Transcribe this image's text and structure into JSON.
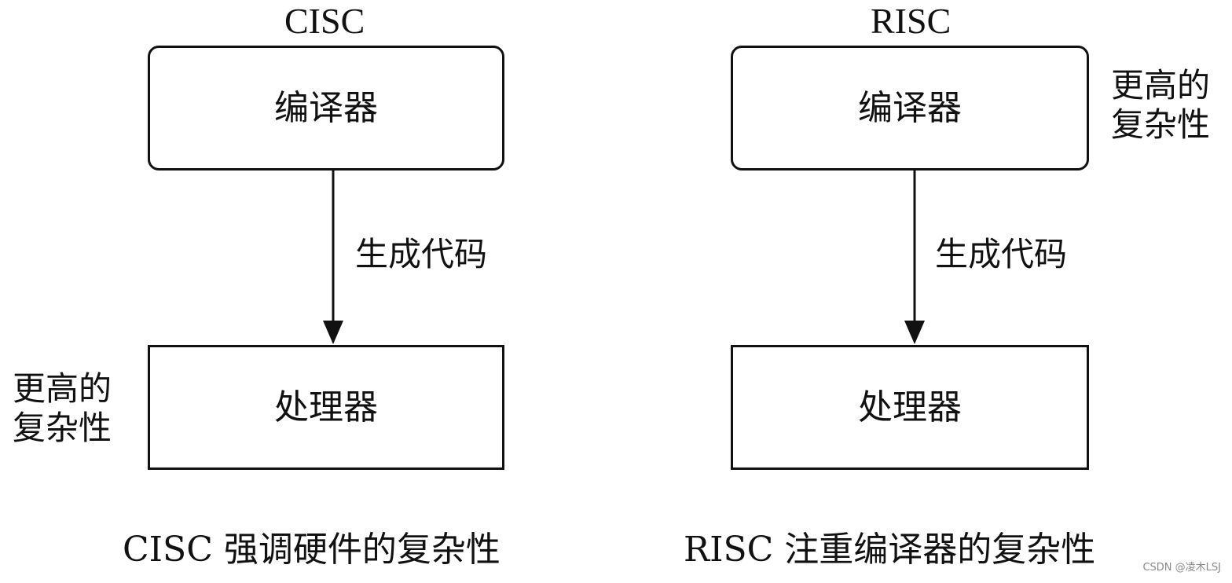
{
  "cisc": {
    "title": "CISC",
    "compiler_label": "编译器",
    "edge_label": "生成代码",
    "processor_label": "处理器",
    "complexity_note_line1": "更高的",
    "complexity_note_line2": "复杂性",
    "caption": "CISC 强调硬件的复杂性"
  },
  "risc": {
    "title": "RISC",
    "compiler_label": "编译器",
    "edge_label": "生成代码",
    "processor_label": "处理器",
    "complexity_note_line1": "更高的",
    "complexity_note_line2": "复杂性",
    "caption": "RISC 注重编译器的复杂性"
  },
  "watermark": "CSDN @凌木LSJ"
}
